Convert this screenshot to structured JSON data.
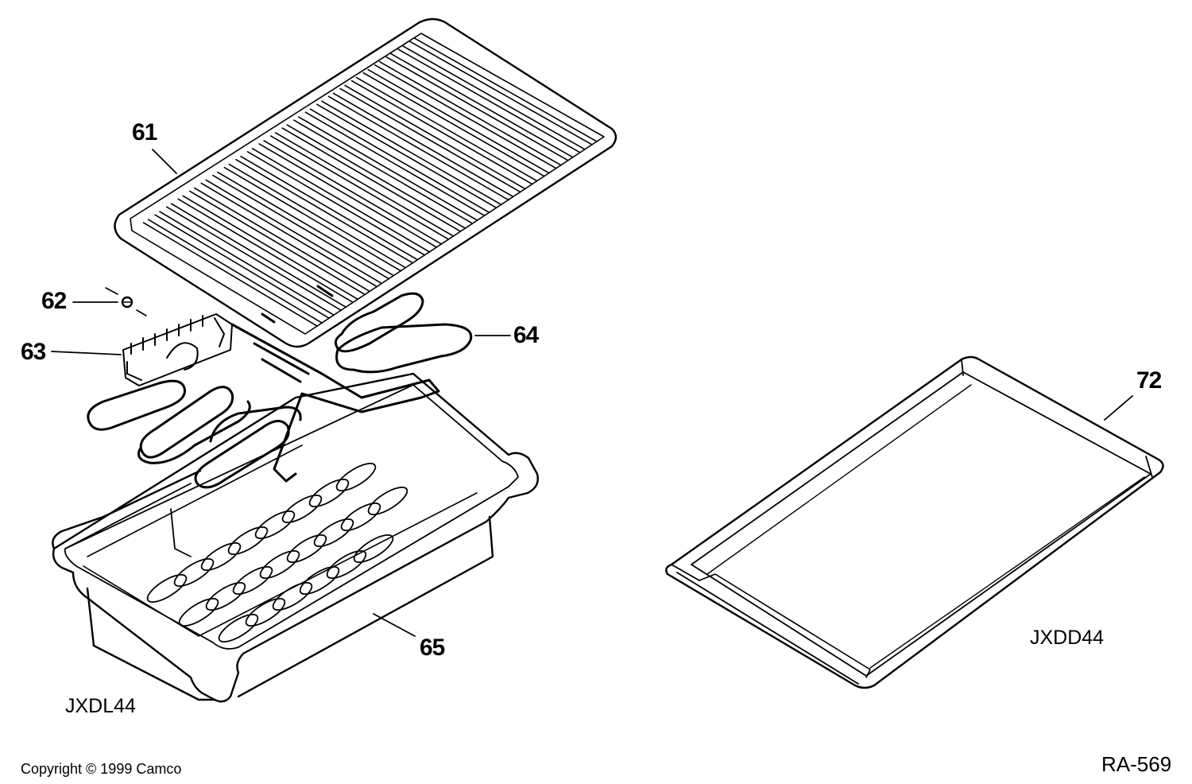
{
  "callouts": {
    "c61": "61",
    "c62": "62",
    "c63": "63",
    "c64": "64",
    "c65": "65",
    "c72": "72"
  },
  "models": {
    "left": "JXDL44",
    "right": "JXDD44"
  },
  "footer": {
    "copyright": "Copyright © 1999 Camco",
    "doc_id": "RA-569"
  }
}
